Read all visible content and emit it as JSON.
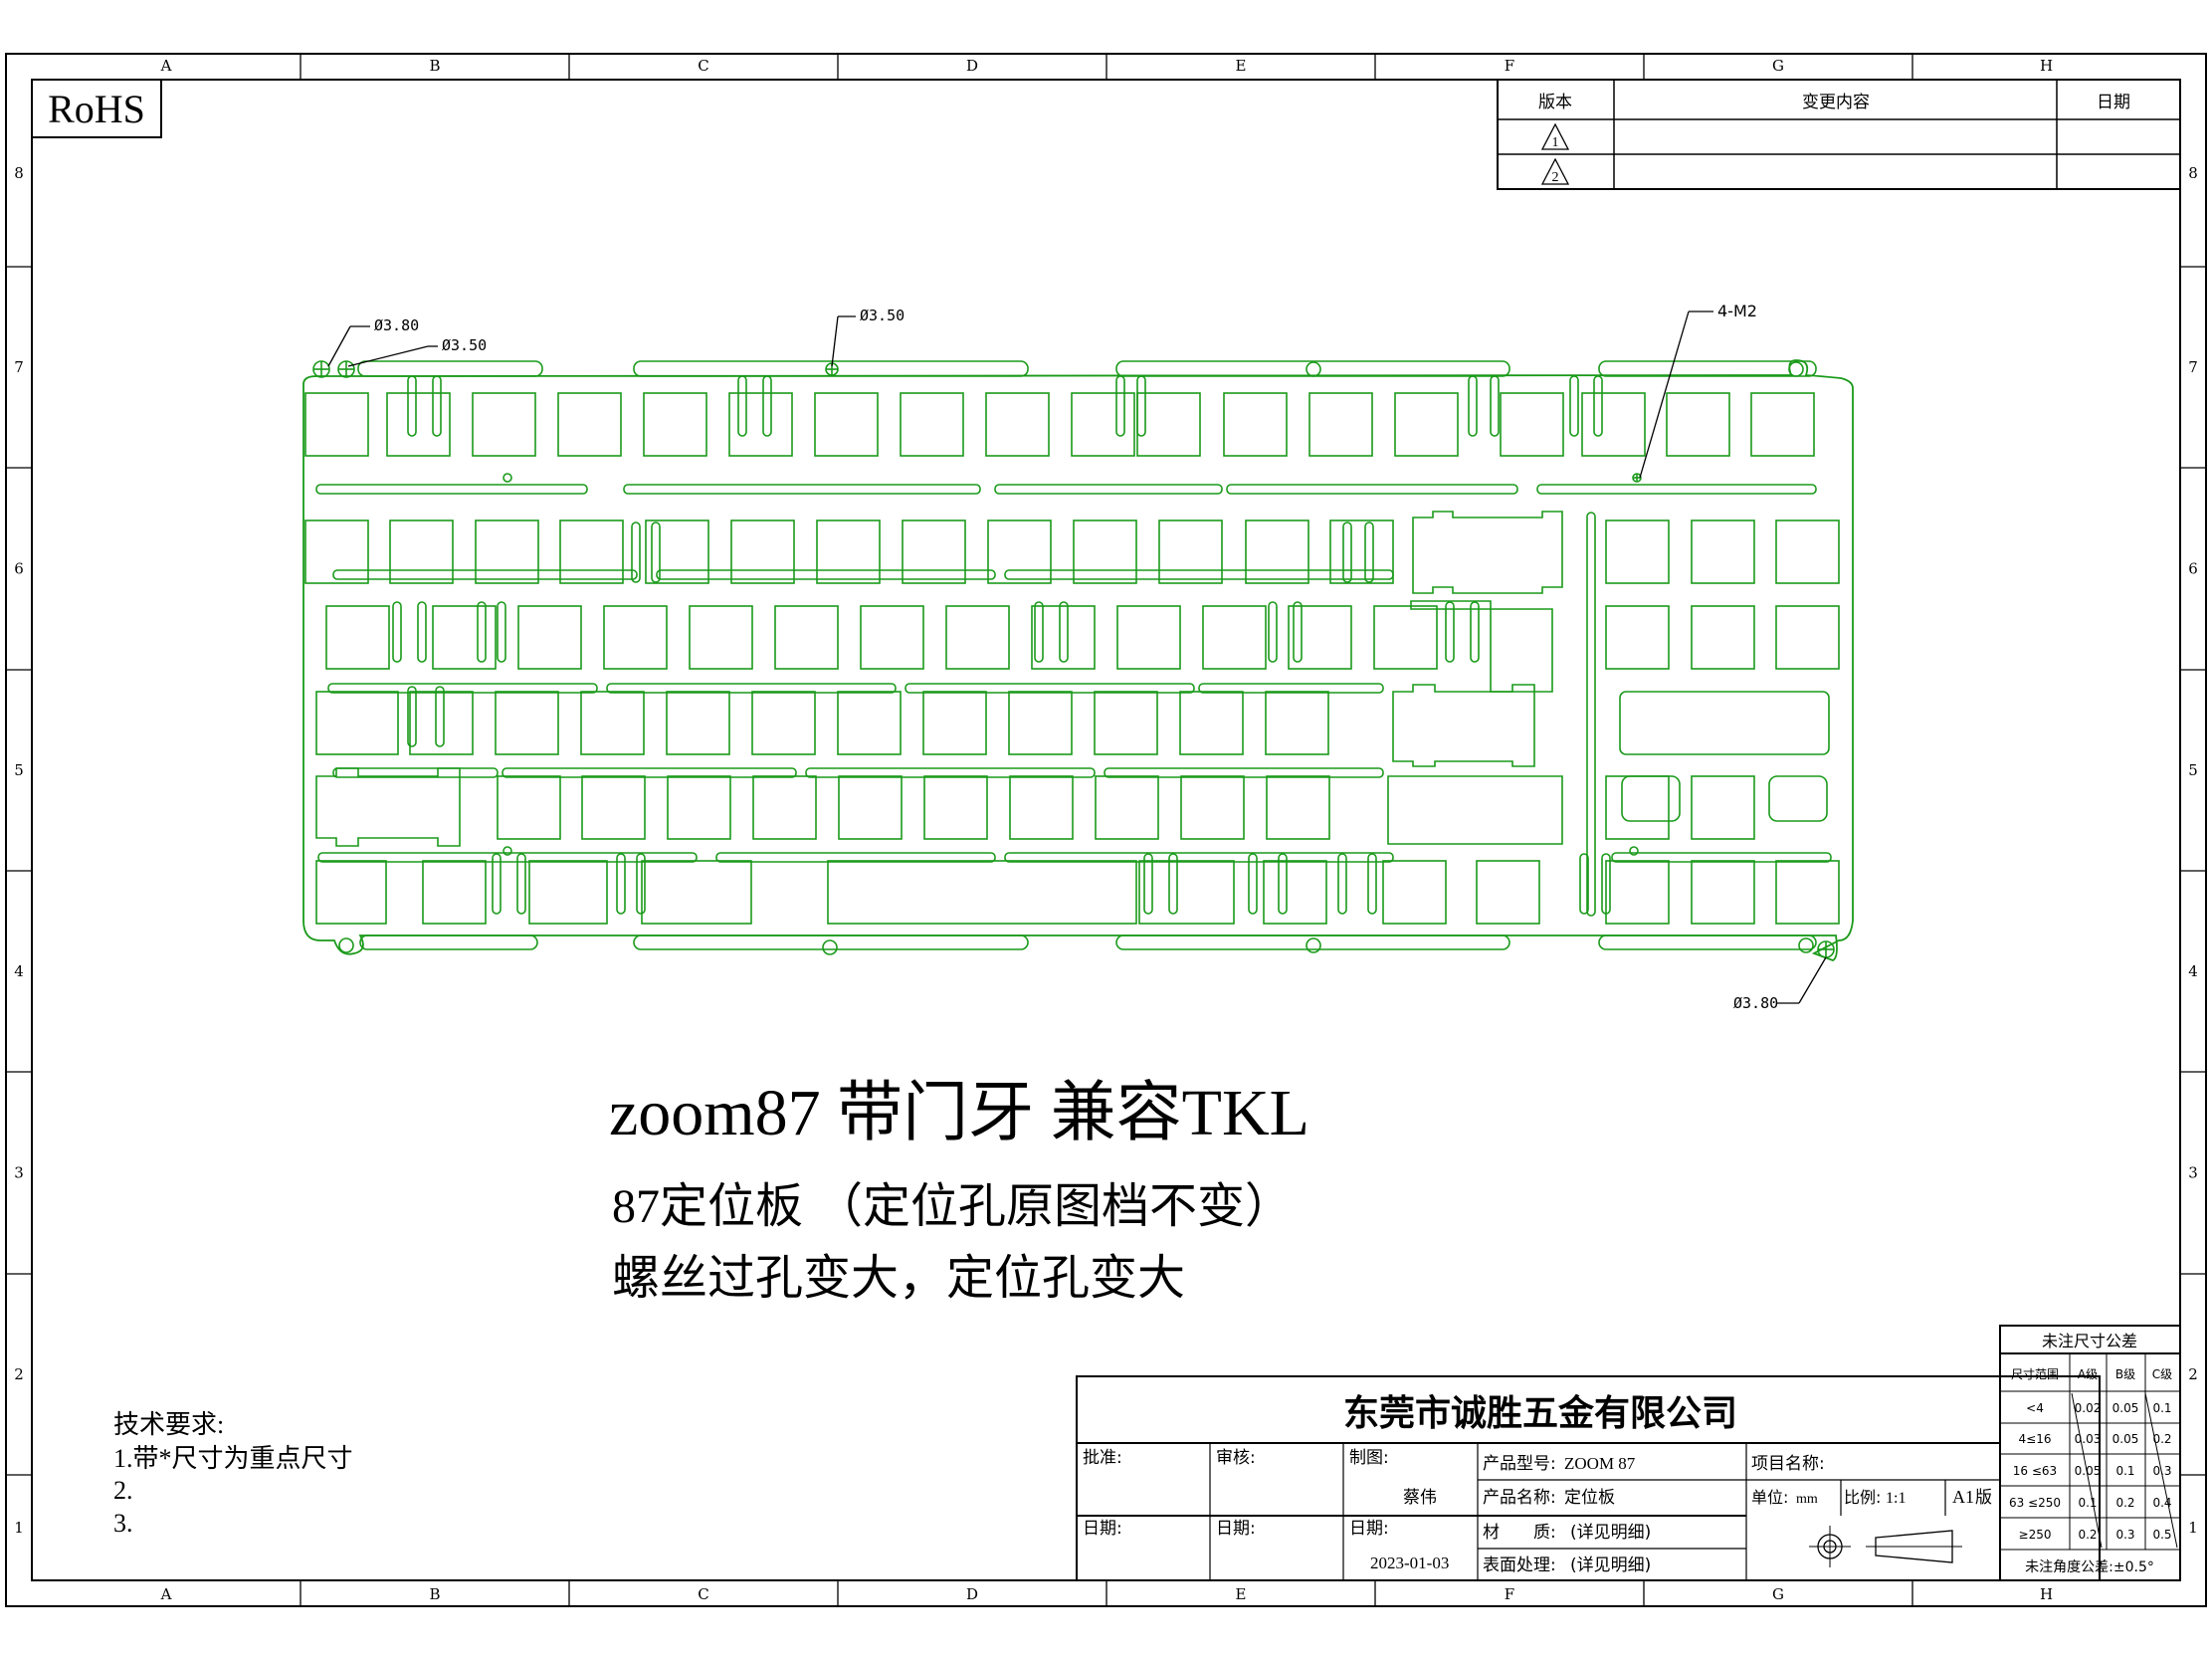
{
  "colors": {
    "outline": "#1a9a1a",
    "frame": "#000000",
    "background": "#ffffff"
  },
  "grid": {
    "columns": [
      "A",
      "B",
      "C",
      "D",
      "E",
      "F",
      "G",
      "H"
    ],
    "rows": [
      "8",
      "7",
      "6",
      "5",
      "4",
      "3",
      "2",
      "1"
    ]
  },
  "rohs_label": "RoHS",
  "revision_table": {
    "headers": [
      "版本",
      "变更内容",
      "日期"
    ],
    "rows": [
      {
        "version": "1",
        "change": "",
        "date": ""
      },
      {
        "version": "2",
        "change": "",
        "date": ""
      }
    ]
  },
  "dimension_labels": {
    "d380_top": "Ø3.80",
    "d350_left": "Ø3.50",
    "d350_mid": "Ø3.50",
    "m2": "4-M2",
    "d380_bottom": "Ø3.80"
  },
  "notes": {
    "title": "zoom87 带门牙 兼容TKL",
    "line2": "87定位板 （定位孔原图档不变）",
    "line3": "螺丝过孔变大，定位孔变大"
  },
  "tech_requirements": {
    "heading": "技术要求:",
    "items": [
      "1.带*尺寸为重点尺寸",
      "2.",
      "3."
    ]
  },
  "title_block": {
    "company": "东莞市诚胜五金有限公司",
    "approve_label": "批准:",
    "review_label": "审核:",
    "drawn_label": "制图:",
    "drawn_by": "蔡伟",
    "date_label_1": "日期:",
    "date_label_2": "日期:",
    "date_label_3": "日期:",
    "date_value": "2023-01-03",
    "model_label": "产品型号:",
    "model_value": "ZOOM 87",
    "name_label": "产品名称:",
    "name_value": "定位板",
    "material_label": "材　　质:",
    "material_value": "(详见明细)",
    "surface_label": "表面处理:",
    "surface_value": "(详见明细)",
    "project_label": "项目名称:",
    "unit_label": "单位:",
    "unit_value": "mm",
    "scale_label": "比例:",
    "scale_value": "1:1",
    "size_value": "A1",
    "version_label": "版"
  },
  "tolerance_table": {
    "title": "未注尺寸公差",
    "headers": [
      "尺寸范围",
      "A级",
      "B级",
      "C级"
    ],
    "rows": [
      {
        "range": "<4",
        "a": "0.02",
        "b": "0.05",
        "c": "0.1"
      },
      {
        "range": "4≤16",
        "a": "0.03",
        "b": "0.05",
        "c": "0.2"
      },
      {
        "range": "16 ≤63",
        "a": "0.05",
        "b": "0.1",
        "c": "0.3"
      },
      {
        "range": "63 ≤250",
        "a": "0.1",
        "b": "0.2",
        "c": "0.4"
      },
      {
        "range": "≥250",
        "a": "0.2",
        "b": "0.3",
        "c": "0.5"
      }
    ],
    "angle_note": "未注角度公差:±0.5°"
  }
}
